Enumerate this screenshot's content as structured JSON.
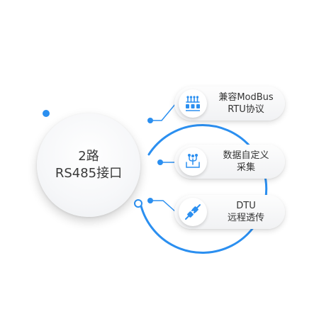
{
  "center": {
    "line1": "2路",
    "line2": "RS485接口"
  },
  "features": [
    {
      "icon": "modbus-network-icon",
      "line1": "兼容ModBus",
      "line2": "RTU协议"
    },
    {
      "icon": "data-collection-icon",
      "line1": "数据自定义",
      "line2": "采集"
    },
    {
      "icon": "plug-connection-icon",
      "line1": "DTU",
      "line2": "远程透传"
    }
  ],
  "colors": {
    "accent": "#2b8ff0",
    "text": "#333333"
  }
}
